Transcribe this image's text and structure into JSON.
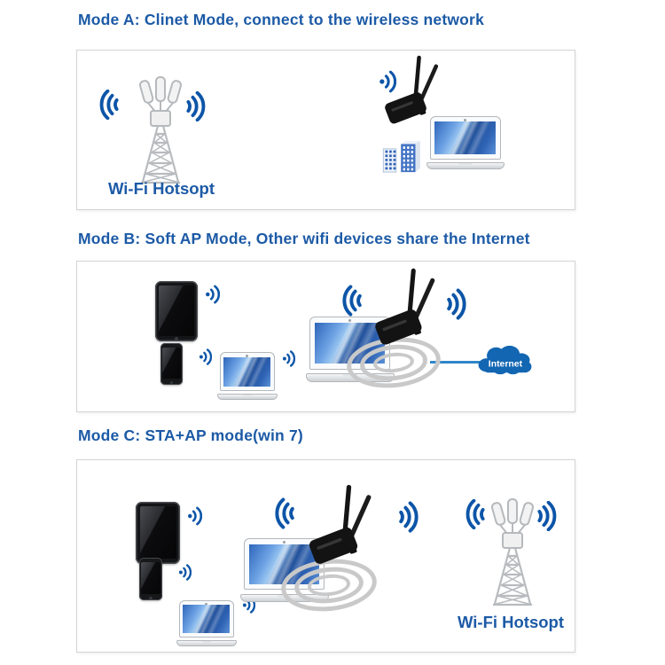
{
  "titles": {
    "mode_a": "Mode A: Clinet Mode, connect to the wireless network",
    "mode_b": "Mode B: Soft AP Mode, Other wifi devices share the Internet",
    "mode_c": "Mode C: STA+AP mode(win 7)"
  },
  "labels": {
    "hotspot_a": "Wi-Fi Hotsopt",
    "hotspot_c": "Wi-Fi Hotsopt",
    "internet": "Internet"
  },
  "colors": {
    "title_blue": "#1c5aa6",
    "wave_blue": "#0d55a8",
    "cloud_blue": "#1366b2",
    "tower_gray": "#b6b9bc",
    "ring_gray": "#c9c9c9",
    "panel_border": "#d3d3d3",
    "background": "#ffffff"
  },
  "icons": {
    "wifi_waves": "radiating-signal-arcs",
    "wifi_signal_small": "dot-with-two-arcs",
    "cell_tower": "lattice-antenna-tower",
    "usb_adapter": "dual-antenna-usb-wifi-adapter",
    "laptop": "laptop-with-blue-screen",
    "tablet": "black-tablet",
    "smartphone": "black-smartphone",
    "buildings": "office-buildings",
    "cloud": "internet-cloud"
  }
}
